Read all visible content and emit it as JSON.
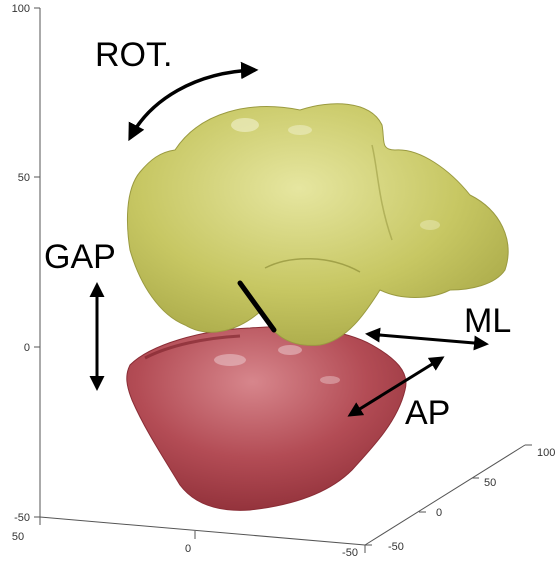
{
  "axes": {
    "z_ticks": [
      "100",
      "50",
      "0",
      "-50"
    ],
    "x_ticks": [
      "50",
      "0",
      "-50"
    ],
    "y_ticks": [
      "100",
      "50",
      "0",
      "-50"
    ]
  },
  "labels": {
    "rotation": "ROT.",
    "gap": "GAP",
    "mediolateral": "ML",
    "anteroposterior": "AP"
  },
  "colors": {
    "femur": "#c8c862",
    "tibia": "#b24a52",
    "axis": "#555555",
    "arrow": "#000000"
  }
}
